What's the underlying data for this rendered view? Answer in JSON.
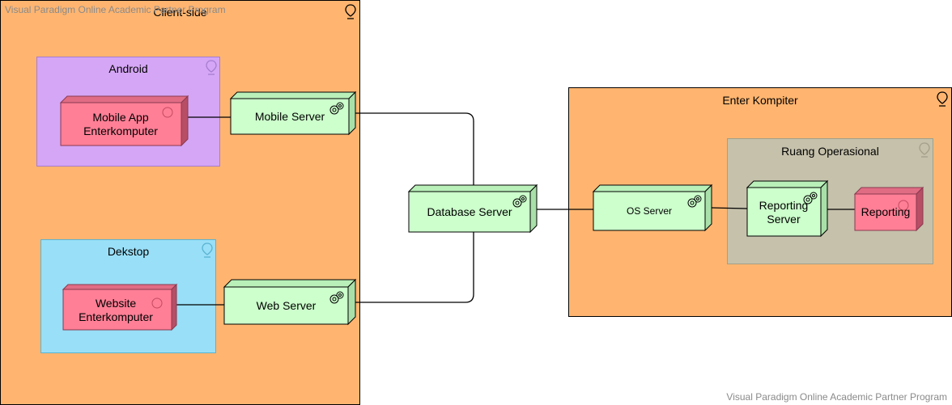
{
  "watermark": {
    "top": "Visual Paradigm Online Academic Partner Program",
    "bottom": "Visual Paradigm Online Academic Partner Program"
  },
  "packages": {
    "client_side": "Client-side",
    "android": "Android",
    "dekstop": "Dekstop",
    "enter_kompiter": "Enter Kompiter",
    "ruang_operasional": "Ruang Operasional"
  },
  "nodes": {
    "mobile_app": "Mobile App Enterkomputer",
    "mobile_server": "Mobile Server",
    "website": "Website Enterkomputer",
    "web_server": "Web Server",
    "database_server": "Database Server",
    "os_server": "OS Server",
    "reporting_server": "Reporting Server",
    "reporting": "Reporting"
  },
  "colors": {
    "orange": "#ffb570",
    "purple": "#d5a6f6",
    "blue": "#99dff7",
    "gray": "#c5c1ab",
    "pink": "#ff7f96",
    "green": "#ccffcc"
  }
}
